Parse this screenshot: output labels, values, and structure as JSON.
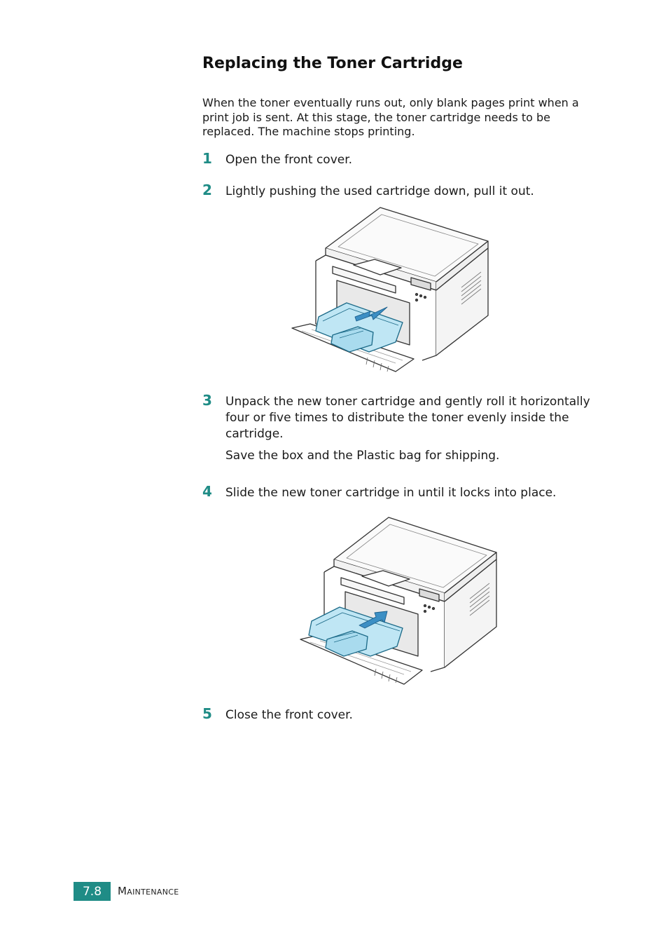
{
  "section": {
    "title": "Replacing the Toner Cartridge",
    "intro": "When the toner eventually runs out, only blank pages print when a print job is sent. At this stage, the toner cartridge needs to be replaced. The machine stops printing."
  },
  "steps": [
    {
      "number": "1",
      "text": "Open the front cover."
    },
    {
      "number": "2",
      "text": "Lightly pushing the used cartridge down, pull it out."
    },
    {
      "number": "3",
      "text": "Unpack the new toner cartridge and gently roll it horizontally four or five times to distribute the toner evenly inside the cartridge.",
      "note": "Save the box and the Plastic bag for shipping."
    },
    {
      "number": "4",
      "text": "Slide the new toner cartridge in until it locks into place."
    },
    {
      "number": "5",
      "text": "Close the front cover."
    }
  ],
  "footer": {
    "page_number": "7.8",
    "chapter": "Maintenance"
  },
  "colors": {
    "accent": "#1f8c86",
    "cartridge": "#bfe6f4"
  }
}
